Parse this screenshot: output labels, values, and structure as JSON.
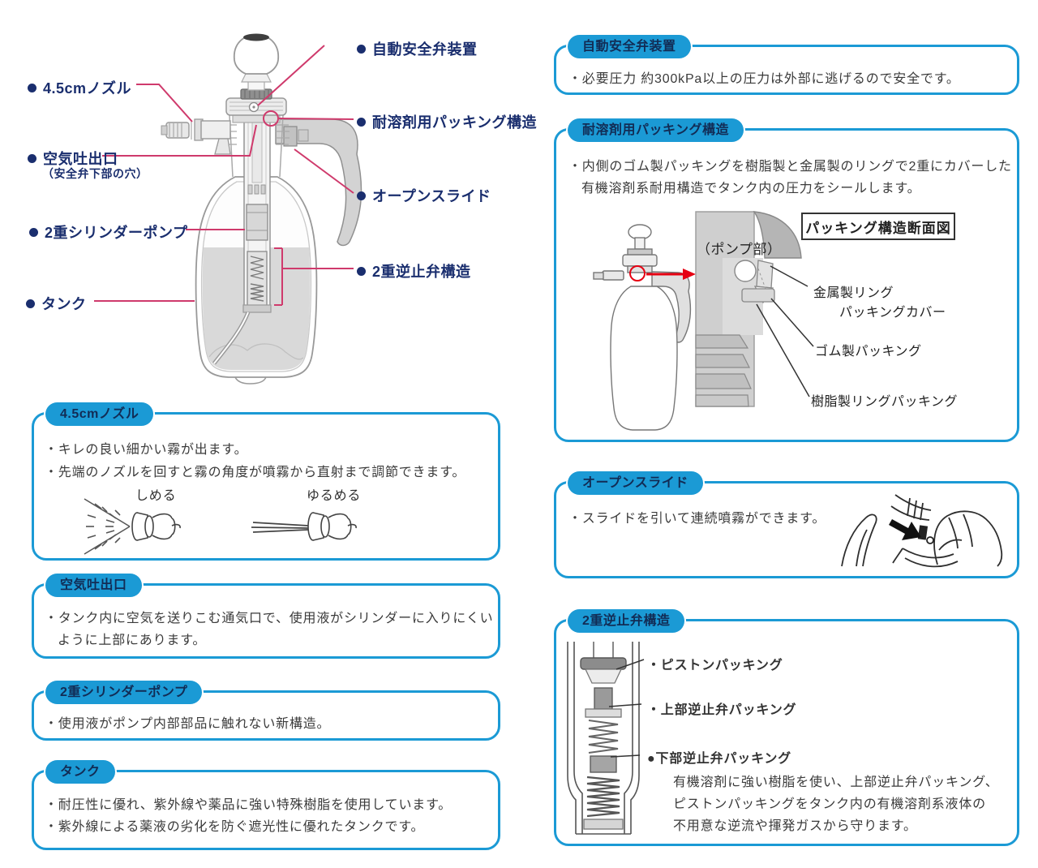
{
  "colors": {
    "accent_blue": "#1b9ad5",
    "label_navy": "#1a2e6e",
    "leader_crimson": "#cf3a6c",
    "arrow_red": "#e60012"
  },
  "diagram": {
    "auto_safety_valve": "自動安全弁装置",
    "nozzle_45": "4.5cmノズル",
    "air_outlet": "空気吐出口",
    "air_outlet_note": "（安全弁下部の穴）",
    "double_cylinder_pump": "2重シリンダーポンプ",
    "tank": "タンク",
    "solvent_packing": "耐溶剤用パッキング構造",
    "open_slide": "オープンスライド",
    "double_check_valve": "2重逆止弁構造"
  },
  "boxes": {
    "nozzle": {
      "title": "4.5cmノズル",
      "line1": "・キレの良い細かい霧が出ます。",
      "line2": "・先端のノズルを回すと霧の角度が噴霧から直射まで調節できます。",
      "close_label": "しめる",
      "loosen_label": "ゆるめる"
    },
    "air_outlet": {
      "title": "空気吐出口",
      "line1": "・タンク内に空気を送りこむ通気口で、使用液がシリンダーに入りにくい",
      "line2": "ように上部にあります。"
    },
    "pump": {
      "title": "2重シリンダーポンプ",
      "line1": "・使用液がポンプ内部部品に触れない新構造。"
    },
    "tank": {
      "title": "タンク",
      "line1": "・耐圧性に優れ、紫外線や薬品に強い特殊樹脂を使用しています。",
      "line2": "・紫外線による薬液の劣化を防ぐ遮光性に優れたタンクです。"
    },
    "safety_valve": {
      "title": "自動安全弁装置",
      "line1": "・必要圧力 約300kPa以上の圧力は外部に逃げるので安全です。"
    },
    "packing": {
      "title": "耐溶剤用パッキング構造",
      "line1": "・内側のゴム製パッキングを樹脂製と金属製のリングで2重にカバーした",
      "line2": "有機溶剤系耐用構造でタンク内の圧力をシールします。",
      "caption": "パッキング構造断面図",
      "pump_part": "（ポンプ部）",
      "metal_ring": "金属製リング",
      "packing_cover": "パッキングカバー",
      "rubber_packing": "ゴム製パッキング",
      "resin_ring": "樹脂製リングパッキング"
    },
    "open_slide": {
      "title": "オープンスライド",
      "line1": "・スライドを引いて連続噴霧ができます。"
    },
    "check_valve": {
      "title": "2重逆止弁構造",
      "piston": "・ピストンパッキング",
      "upper": "・上部逆止弁パッキング",
      "lower": "●下部逆止弁パッキング",
      "body1": "有機溶剤に強い樹脂を使い、上部逆止弁パッキング、",
      "body2": "ピストンパッキングをタンク内の有機溶剤系液体の",
      "body3": "不用意な逆流や揮発ガスから守ります。"
    }
  }
}
